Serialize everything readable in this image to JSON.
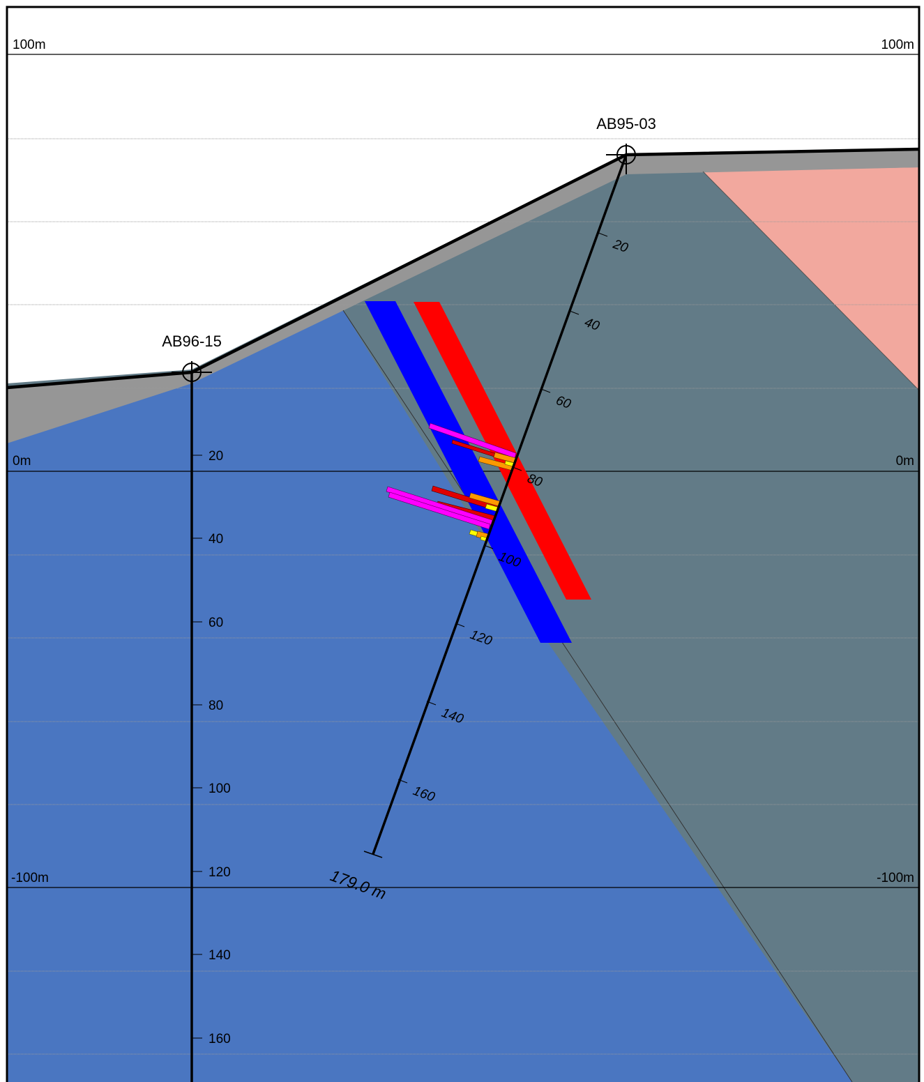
{
  "section": {
    "elevation_labels": {
      "top_left": "100m",
      "top_right": "100m",
      "mid_left": "0m",
      "mid_right": "0m",
      "bottom_left": "-100m",
      "bottom_right": "-100m"
    },
    "holes": {
      "left": {
        "name": "AB96-15",
        "depth_ticks": [
          "20",
          "40",
          "60",
          "80",
          "100",
          "120",
          "140",
          "160"
        ]
      },
      "right": {
        "name": "AB95-03",
        "depth_ticks": [
          "20",
          "40",
          "60",
          "80",
          "100",
          "120",
          "140",
          "160"
        ],
        "end_depth": "179.0 m"
      }
    },
    "colors": {
      "overburden": "#969696",
      "unit_slate": "#627b87",
      "unit_blue": "#4a76c1",
      "unit_pink": "#f2a89e",
      "zone_blue": "#0000ff",
      "zone_red": "#ff0000",
      "assay_magenta": "#ff00ff",
      "assay_red": "#e00000",
      "assay_orange": "#ff9900",
      "assay_yellow": "#ffff00",
      "gridline": "#999999",
      "frame": "#000000"
    }
  }
}
